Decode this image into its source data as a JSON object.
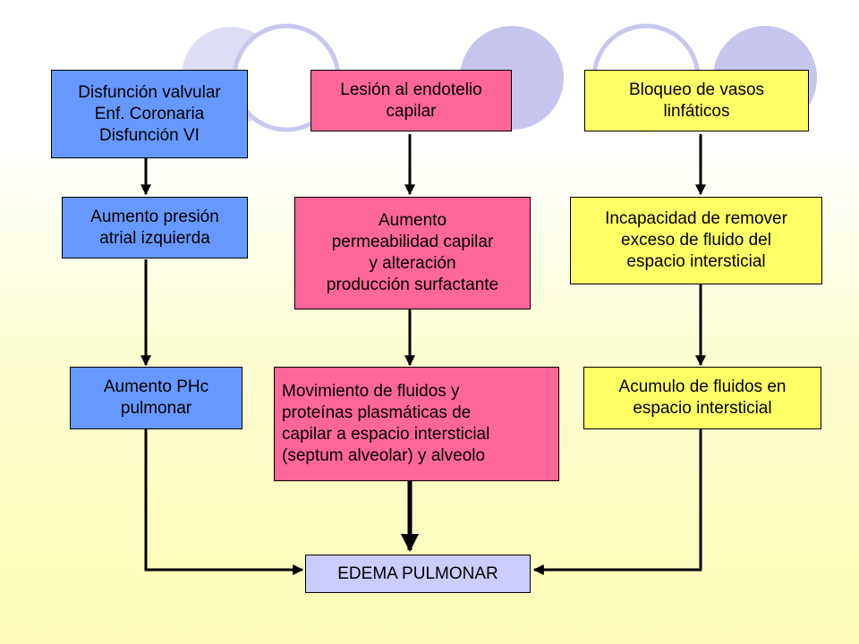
{
  "boxes": {
    "b1": "Disfunción valvular\nEnf. Coronaria\nDisfunción VI",
    "b2": "Lesión al endotelio\ncapilar",
    "b3": "Bloqueo de vasos\nlinfáticos",
    "b4": "Aumento presión\natrial izquierda",
    "b5": "Aumento\npermeabilidad capilar\ny alteración\nproducción surfactante",
    "b6": "Incapacidad de remover\nexceso de fluido del\nespacio intersticial",
    "b7": "Aumento PHc\npulmonar",
    "b8": "Movimiento de fluidos y\nproteínas plasmáticas de\ncapilar a espacio intersticial\n(septum alveolar) y alveolo",
    "b9": "Acumulo de fluidos en\nespacio intersticial",
    "b10": "EDEMA PULMONAR"
  },
  "colors": {
    "blue": "#6699ff",
    "pink": "#ff6699",
    "yellow": "#ffff66",
    "lavender": "#ccccff",
    "background_bottom": "#fbfbb6",
    "decor_circle": "#b7b7e6"
  }
}
